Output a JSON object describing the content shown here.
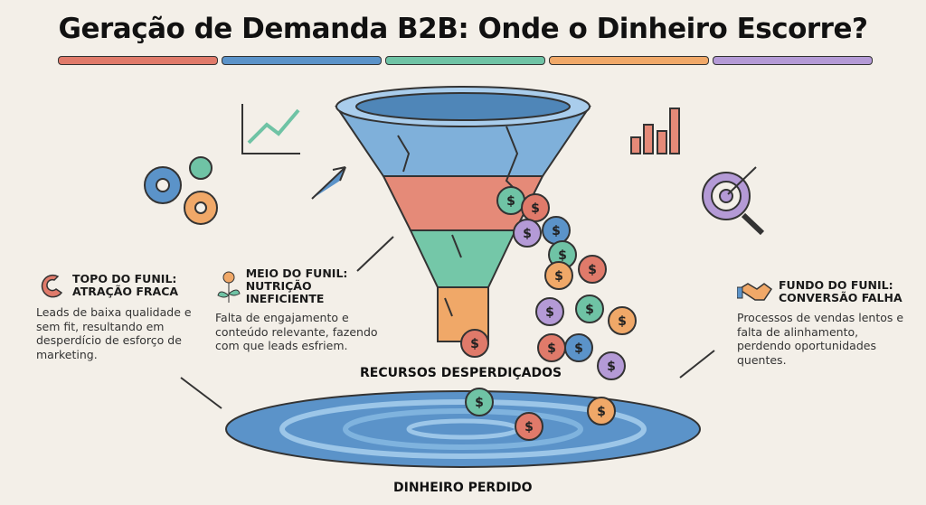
{
  "title": "Geração de Demanda B2B: Onde o Dinheiro Escorre?",
  "colors": {
    "red": "#e07a6a",
    "blue": "#5b93c9",
    "green": "#6fc3a5",
    "orange": "#f0a868",
    "purple": "#b49ad6",
    "background": "#f3efe8"
  },
  "sections": [
    {
      "icon": "magnet-icon",
      "title_line1": "TOPO DO FUNIL:",
      "title_line2": "ATRAÇÃO FRACA",
      "body": "Leads de baixa qualidade e sem fit, resultando em desperdício de esforço de marketing."
    },
    {
      "icon": "lightbulb-plant-icon",
      "title_line1": "MEIO DO FUNIL:",
      "title_line2": "NUTRIÇÃO INEFICIENTE",
      "body": "Falta de engajamento e conteúdo relevante, fazendo com que leads esfriem."
    },
    {
      "icon": "handshake-icon",
      "title_line1": "FUNDO DO FUNIL:",
      "title_line2": "CONVERSÃO FALHA",
      "body": "Processos de vendas lentos e falta de alinhamento, perdendo oportunidades quentes."
    }
  ],
  "labels": {
    "wasted": "RECURSOS DESPERDIÇADOS",
    "lost": "DINHEIRO PERDIDO"
  },
  "coin_symbol": "$"
}
